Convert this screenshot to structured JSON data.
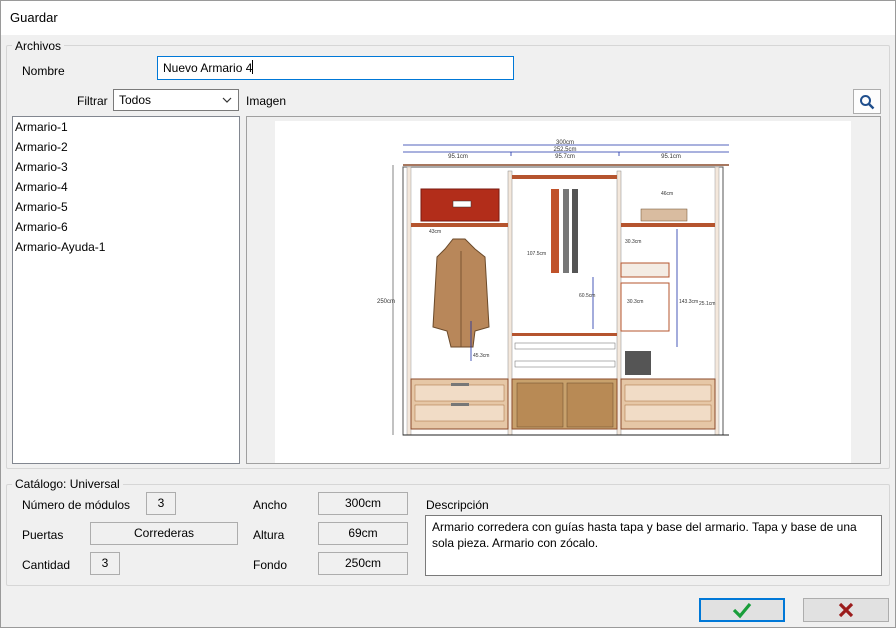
{
  "window": {
    "title": "Guardar"
  },
  "archivos": {
    "legend": "Archivos",
    "nombre_label": "Nombre",
    "nombre_value": "Nuevo Armario 4",
    "filtrar_label": "Filtrar",
    "filtrar_value": "Todos",
    "imagen_label": "Imagen",
    "items": [
      "Armario-1",
      "Armario-2",
      "Armario-3",
      "Armario-4",
      "Armario-5",
      "Armario-6",
      "Armario-Ayuda-1"
    ]
  },
  "catalogo": {
    "legend": "Catálogo: Universal",
    "modulos_label": "Número de módulos",
    "modulos_value": "3",
    "puertas_label": "Puertas",
    "puertas_value": "Correderas",
    "cantidad_label": "Cantidad",
    "cantidad_value": "3",
    "ancho_label": "Ancho",
    "ancho_value": "300cm",
    "altura_label": "Altura",
    "altura_value": "69cm",
    "fondo_label": "Fondo",
    "fondo_value": "250cm",
    "descripcion_label": "Descripción",
    "descripcion_value": "Armario corredera con guías hasta tapa y base del armario. Tapa y base de una sola pieza. Armario con zócalo."
  },
  "drawing": {
    "total_width": "300cm",
    "sub_width": "252.5cm",
    "mod_widths": [
      "95.1cm",
      "95.7cm",
      "95.1cm"
    ],
    "height_label": "250cm",
    "dims": [
      "43cm",
      "107.5cm",
      "60.5cm",
      "45.3cm",
      "46cm",
      "30.3cm",
      "30.3cm",
      "143.3cm",
      "25.1cm"
    ]
  },
  "colors": {
    "accent": "#0078d7",
    "ok": "#1a9e3a",
    "cancel": "#9b1c1c",
    "wood": "#b5542e"
  },
  "icons": {
    "search": "magnifier-icon",
    "ok": "checkmark-icon",
    "cancel": "x-icon",
    "combo": "chevron-down-icon"
  }
}
